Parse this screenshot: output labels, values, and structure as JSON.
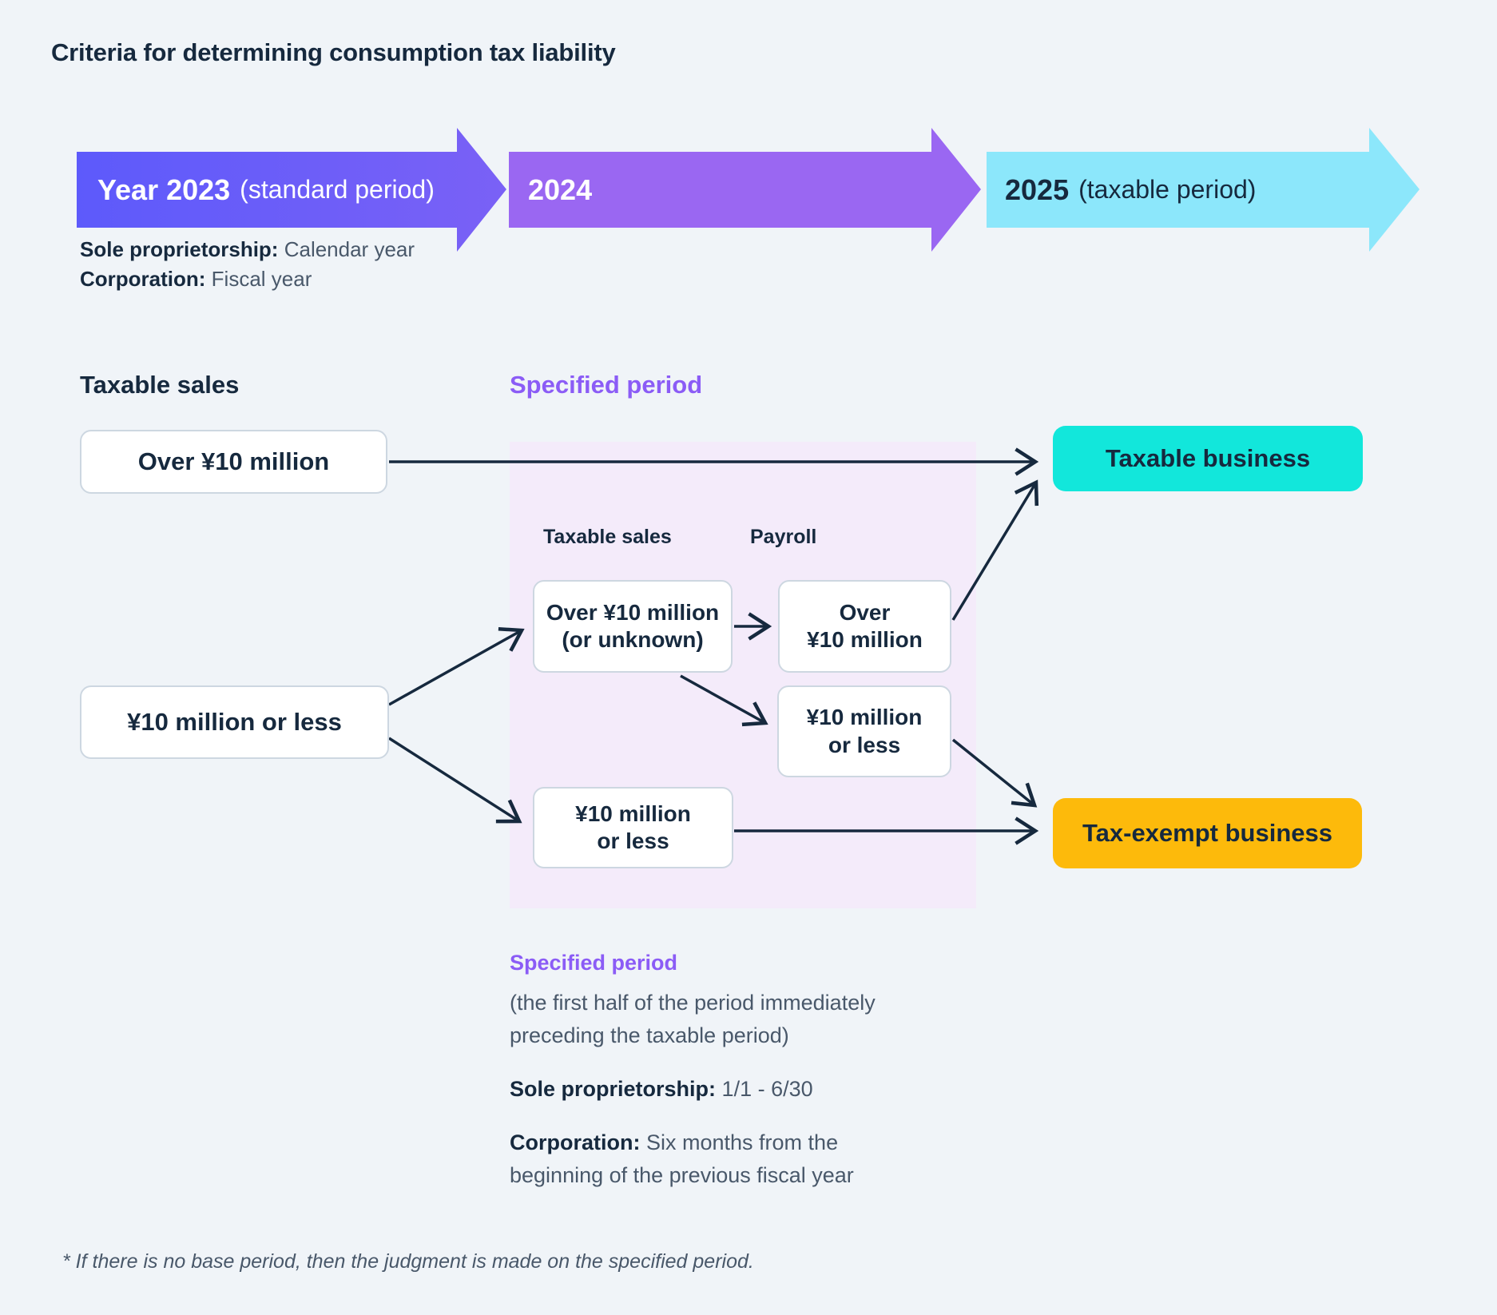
{
  "title": "Criteria for determining consumption tax liability",
  "timeline": {
    "arrows": [
      {
        "label": "Year 2023",
        "suffix": "(standard period)",
        "color_start": "#5d5afb",
        "color_end": "#7a61f6"
      },
      {
        "label": "2024",
        "suffix": "",
        "color": "#9a67f2"
      },
      {
        "label": "2025",
        "suffix": "(taxable period)",
        "color": "#8ce7fb"
      }
    ],
    "caption": {
      "line1_label": "Sole proprietorship:",
      "line1_value": "Calendar year",
      "line2_label": "Corporation:",
      "line2_value": "Fiscal year"
    }
  },
  "flow": {
    "base_heading": "Taxable sales",
    "panel_heading": "Specified period",
    "panel_col1_label": "Taxable sales",
    "panel_col2_label": "Payroll",
    "base_over_box": "Over ¥10 million",
    "base_under_box": "¥10 million or less",
    "sp_sales_over": {
      "line1": "Over ¥10 million",
      "line2": "(or unknown)"
    },
    "sp_payroll_over": {
      "line1": "Over",
      "line2": "¥10 million"
    },
    "sp_payroll_under": {
      "line1": "¥10 million",
      "line2": "or less"
    },
    "sp_sales_under": {
      "line1": "¥10 million",
      "line2": "or less"
    },
    "result_taxable": {
      "label": "Taxable business",
      "color": "#12e7db"
    },
    "result_exempt": {
      "label": "Tax-exempt business",
      "color": "#fdba0b"
    }
  },
  "notes": {
    "heading": "Specified period",
    "description": "(the first half of the period immediately preceding the taxable period)",
    "sole_label": "Sole proprietorship:",
    "sole_value": "1/1 - 6/30",
    "corp_label": "Corporation:",
    "corp_value": "Six months from the beginning of the previous fiscal year"
  },
  "footnote": "* If there is no base period, then the judgment is made on the specified period.",
  "colors": {
    "background": "#f0f4f8",
    "text_dark": "#16293e",
    "text_gray": "#49586a",
    "accent_purple": "#8b5cf6",
    "box_border": "#cdd7e1",
    "panel_bg": "#f4ebfa",
    "connector": "#16293e"
  }
}
